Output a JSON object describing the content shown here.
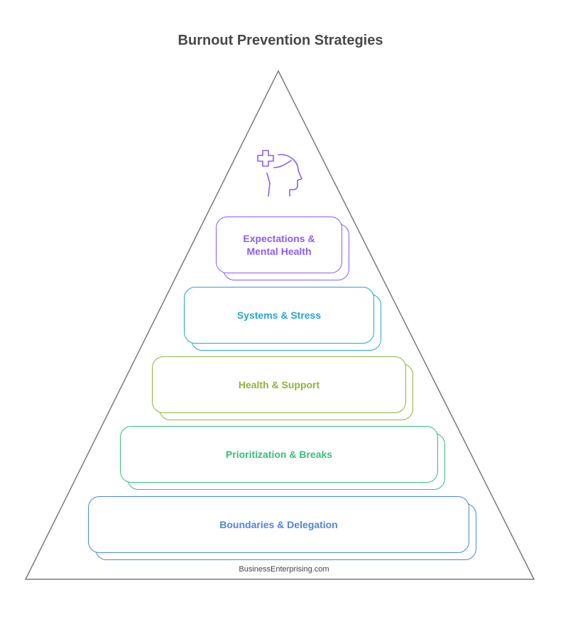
{
  "title": "Burnout Prevention Strategies",
  "icon": "mental-health-head-icon",
  "tiers": [
    {
      "label_line1": "Expectations &",
      "label_line2": "Mental Health",
      "color": "#8B5CF6"
    },
    {
      "label": "Systems & Stress",
      "color": "#22A7CF"
    },
    {
      "label": "Health & Support",
      "color": "#8DB53B"
    },
    {
      "label": "Prioritization & Breaks",
      "color": "#34C07A"
    },
    {
      "label": "Boundaries & Delegation",
      "color": "#4A86E0"
    }
  ],
  "footer": "BusinessEnterprising.com"
}
